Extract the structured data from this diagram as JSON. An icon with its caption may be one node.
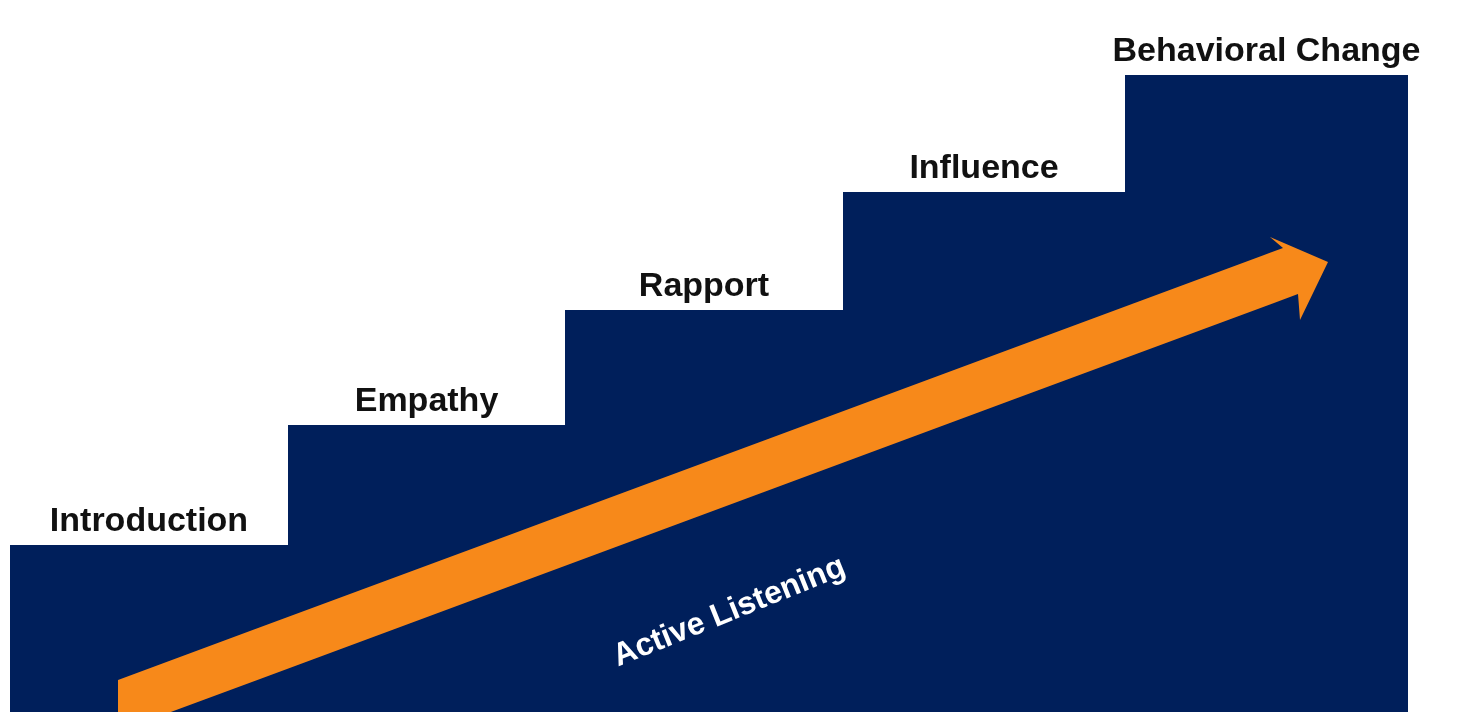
{
  "diagram": {
    "nodes": [
      {
        "text": [
          "Introduction"
        ]
      },
      {
        "text": [
          "Empathy"
        ]
      },
      {
        "text": [
          "Rapport"
        ]
      },
      {
        "text": [
          "Influence"
        ]
      },
      {
        "text": [
          "Behavioral Change"
        ]
      }
    ],
    "labels": [
      "Active Listening"
    ]
  }
}
